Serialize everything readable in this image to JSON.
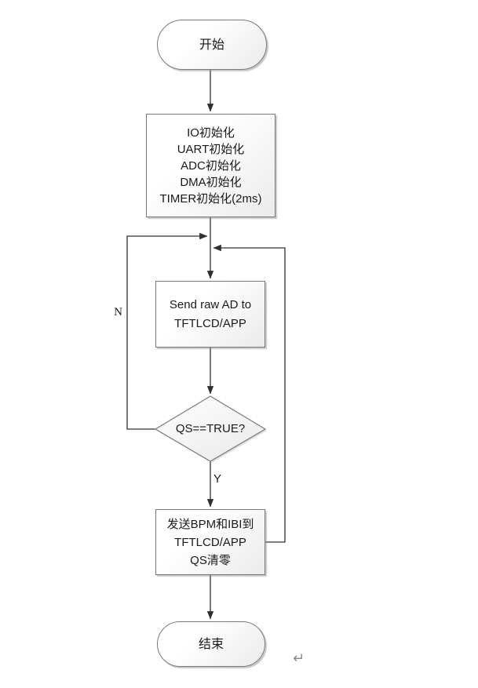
{
  "colors": {
    "background": "#ffffff",
    "node_border": "#7a7a7a",
    "node_fill_top": "#ffffff",
    "node_fill_bottom": "#ebebeb",
    "connector": "#303030",
    "text": "#1a1a1a",
    "return_mark": "#8c8c8c"
  },
  "nodes": {
    "start": {
      "label": "开始"
    },
    "init": {
      "lines": [
        "IO初始化",
        "UART初始化",
        "ADC初始化",
        "DMA初始化",
        "TIMER初始化(2ms)"
      ]
    },
    "send_raw": {
      "lines": [
        "Send raw AD to",
        "TFTLCD/APP"
      ]
    },
    "decision": {
      "label": "QS==TRUE?"
    },
    "send_bpm": {
      "lines": [
        "发送BPM和IBI到",
        "TFTLCD/APP",
        "QS清零"
      ]
    },
    "end": {
      "label": "结束"
    }
  },
  "edge_labels": {
    "no": "N",
    "yes": "Y"
  },
  "annotations": {
    "return_mark": "↵"
  }
}
